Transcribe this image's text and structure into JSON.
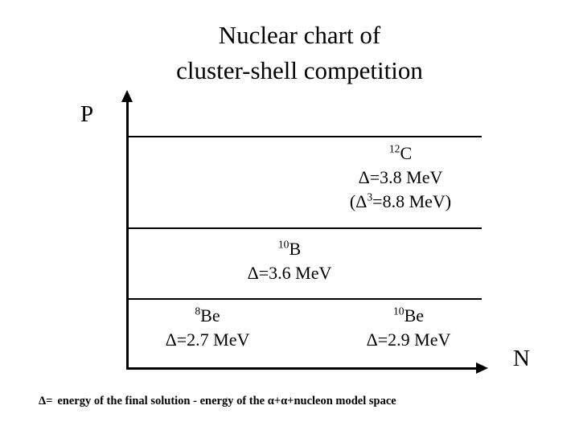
{
  "slide": {
    "title_line1": "Nuclear chart of",
    "title_line2": "cluster-shell competition",
    "background_color": "#ffffff",
    "text_color": "#000000"
  },
  "axes": {
    "y_label": "P",
    "x_label": "N",
    "y_arrow_icon": "arrow-up-icon",
    "x_arrow_icon": "arrow-right-icon"
  },
  "separators": [
    {
      "name": "separator-line-top"
    },
    {
      "name": "separator-line-middle"
    },
    {
      "name": "separator-line-bottom"
    }
  ],
  "blocks": [
    {
      "id": "c12",
      "mass_number": "12",
      "element": "C",
      "delta_line": "Δ=3.8 MeV",
      "delta3_line": "(Δ³=8.8 MeV)",
      "delta3_prefix": "(Δ",
      "delta3_sup": "3",
      "delta3_suffix": "=8.8 MeV)"
    },
    {
      "id": "b10",
      "mass_number": "10",
      "element": "B",
      "delta_line": "Δ=3.6 MeV"
    },
    {
      "id": "be8",
      "mass_number": "8",
      "element": "Be",
      "delta_line": "Δ=2.7 MeV"
    },
    {
      "id": "be10",
      "mass_number": "10",
      "element": "Be",
      "delta_line": "Δ=2.9 MeV"
    }
  ],
  "footnote": {
    "lead": "Δ=",
    "text": "energy of the final solution  - energy of the α+α+nucleon model space"
  }
}
